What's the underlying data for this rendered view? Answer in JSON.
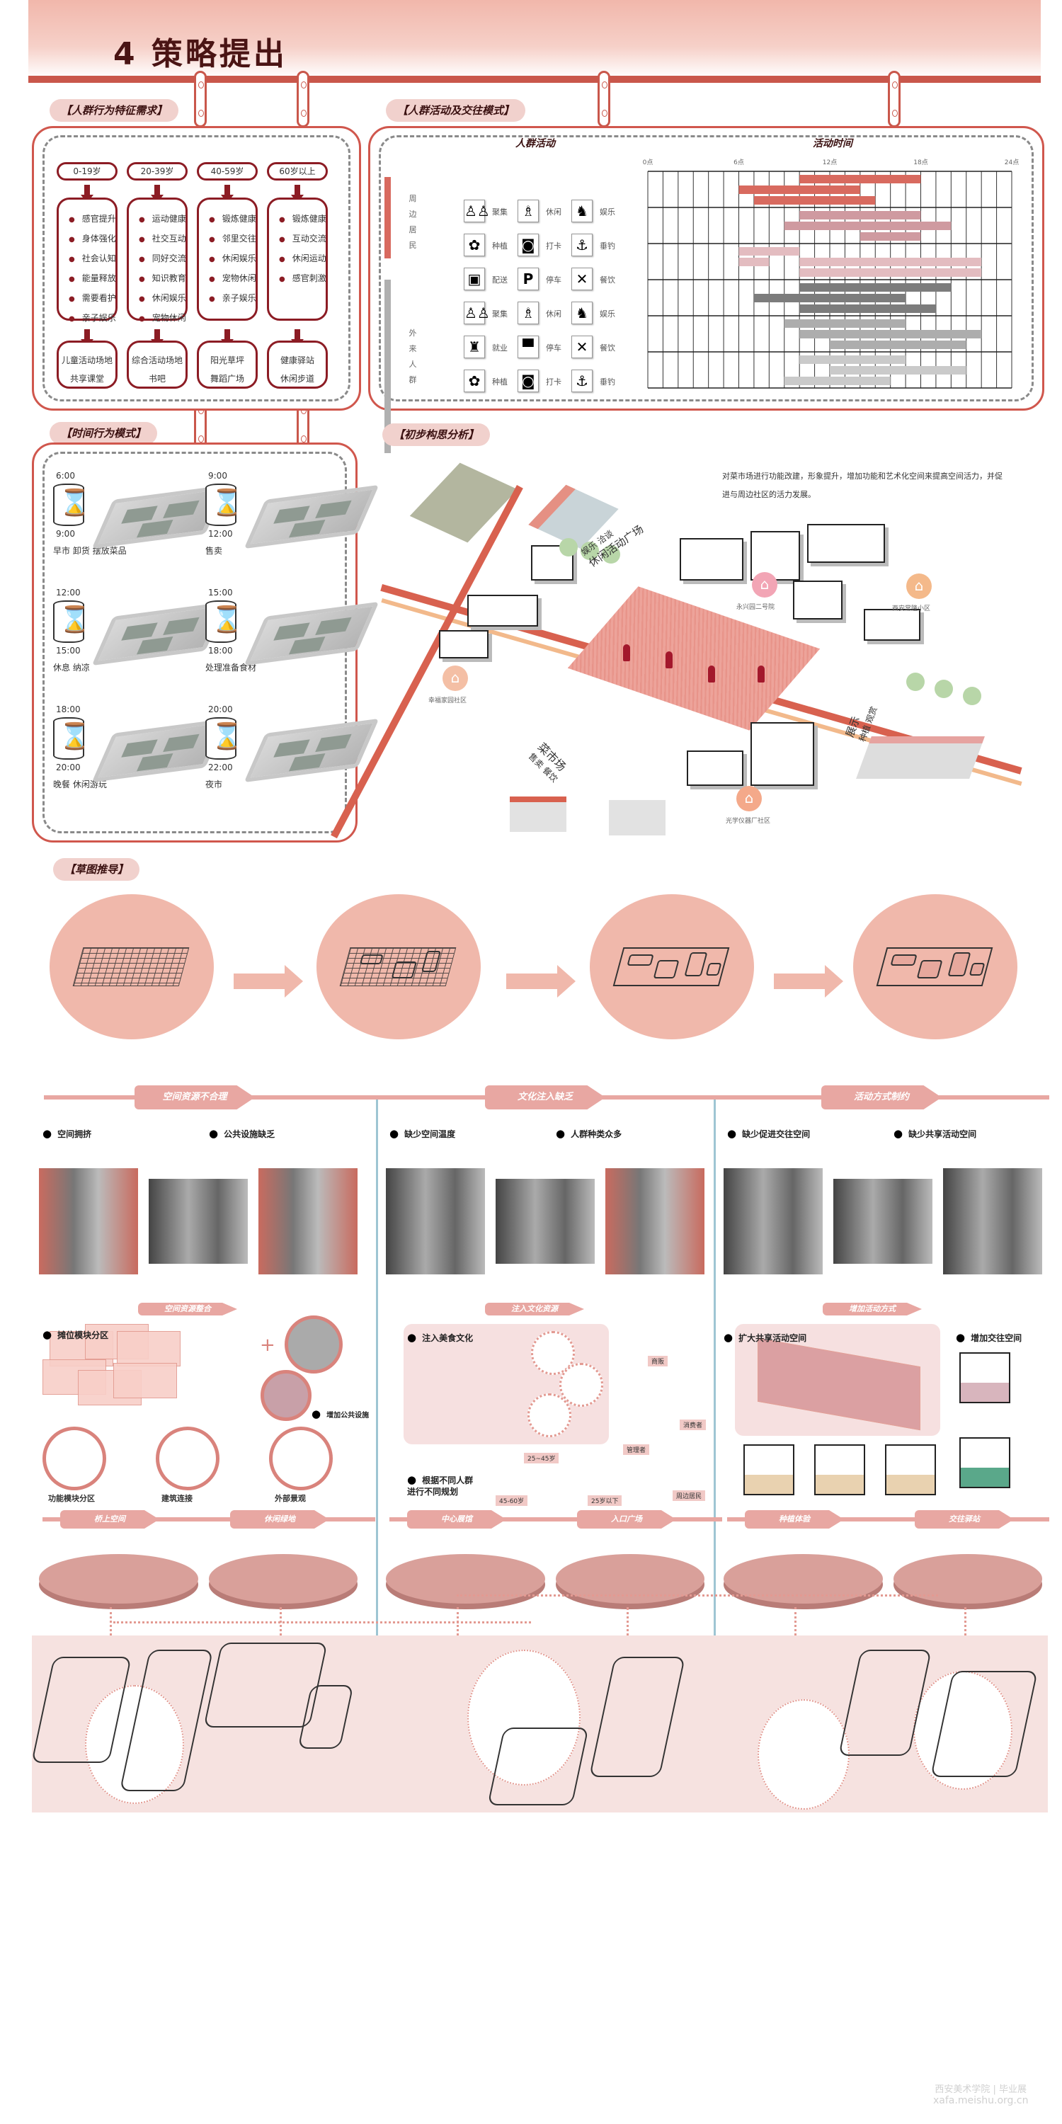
{
  "header": {
    "title": "4  策略提出"
  },
  "sections": {
    "crowd_needs": "【人群行为特征需求】",
    "activity_mode": "【人群活动及交往模式】",
    "time_mode": "【时间行为模式】",
    "concept": "【初步构思分析】",
    "sketch": "【草图推导】"
  },
  "crowd_needs": {
    "groups": [
      {
        "age": "0-19岁",
        "needs": [
          "感官提升",
          "身体强化",
          "社会认知",
          "能量释放",
          "需要看护",
          "亲子娱乐"
        ],
        "spaces": [
          "儿童活动场地",
          "共享课堂"
        ]
      },
      {
        "age": "20-39岁",
        "needs": [
          "运动健康",
          "社交互动",
          "同好交流",
          "知识教育",
          "休闲娱乐",
          "宠物休闲"
        ],
        "spaces": [
          "综合活动场地",
          "书吧"
        ]
      },
      {
        "age": "40-59岁",
        "needs": [
          "锻炼健康",
          "邻里交往",
          "休闲娱乐",
          "宠物休闲",
          "亲子娱乐"
        ],
        "spaces": [
          "阳光草坪",
          "舞蹈广场"
        ]
      },
      {
        "age": "60岁以上",
        "needs": [
          "锻炼健康",
          "互动交流",
          "休闲运动",
          "感官刺激"
        ],
        "spaces": [
          "健康驿站",
          "休闲步道"
        ]
      }
    ]
  },
  "activity_mode": {
    "activities_title": "人群活动",
    "time_title": "活动时间",
    "groups": [
      {
        "label": "周边居民",
        "color": "#d86a5f"
      },
      {
        "label": "外来人群",
        "color": "#b0b0b0"
      }
    ],
    "rows": [
      [
        {
          "icon": "group",
          "glyph": "♙♙",
          "label": "聚集"
        },
        {
          "icon": "walk",
          "glyph": "♗",
          "label": "休闲"
        },
        {
          "icon": "dance",
          "glyph": "♞",
          "label": "娱乐"
        }
      ],
      [
        {
          "icon": "flower",
          "glyph": "✿",
          "label": "种植"
        },
        {
          "icon": "camera",
          "glyph": "◙",
          "label": "打卡"
        },
        {
          "icon": "fishing",
          "glyph": "⚓",
          "label": "垂钓"
        }
      ],
      [
        {
          "icon": "luggage",
          "glyph": "▣",
          "label": "配送"
        },
        {
          "icon": "parking",
          "glyph": "P",
          "label": "停车"
        },
        {
          "icon": "dining",
          "glyph": "✕",
          "label": "餐饮"
        }
      ],
      [
        {
          "icon": "group",
          "glyph": "♙♙",
          "label": "聚集"
        },
        {
          "icon": "walk",
          "glyph": "♗",
          "label": "休闲"
        },
        {
          "icon": "dance",
          "glyph": "♞",
          "label": "娱乐"
        }
      ],
      [
        {
          "icon": "work",
          "glyph": "♜",
          "label": "就业"
        },
        {
          "icon": "taxi",
          "glyph": "▀",
          "label": "停车"
        },
        {
          "icon": "dining",
          "glyph": "✕",
          "label": "餐饮"
        }
      ],
      [
        {
          "icon": "flower",
          "glyph": "✿",
          "label": "种植"
        },
        {
          "icon": "camera",
          "glyph": "◙",
          "label": "打卡"
        },
        {
          "icon": "fishing",
          "glyph": "⚓",
          "label": "垂钓"
        }
      ]
    ]
  },
  "chart_data": {
    "type": "gantt",
    "title": "活动时间",
    "xlim": [
      0,
      24
    ],
    "ticks": [
      {
        "v": 0,
        "label": "0点"
      },
      {
        "v": 6,
        "label": "6点"
      },
      {
        "v": 12,
        "label": "12点"
      },
      {
        "v": 18,
        "label": "18点"
      },
      {
        "v": 24,
        "label": "24点"
      }
    ],
    "groups": [
      {
        "color": "#d86a5f",
        "bars": [
          [
            10,
            18
          ],
          [
            6,
            14
          ],
          [
            7,
            15
          ]
        ]
      },
      {
        "color": "#cf9aa0",
        "bars": [
          [
            10,
            18
          ],
          [
            9,
            20
          ],
          [
            14,
            18
          ]
        ]
      },
      {
        "color": "#e3bcc0",
        "bars": [
          [
            6,
            10
          ],
          [
            6,
            8
          ],
          [
            10,
            22
          ],
          [
            10,
            22
          ]
        ],
        "lanes": [
          0,
          1,
          1,
          2
        ]
      },
      {
        "color": "#7c7c7c",
        "bars": [
          [
            10,
            20
          ],
          [
            7,
            17
          ],
          [
            10,
            19
          ]
        ]
      },
      {
        "color": "#adadad",
        "bars": [
          [
            9,
            17
          ],
          [
            10,
            22
          ],
          [
            12,
            21
          ]
        ]
      },
      {
        "color": "#cacaca",
        "bars": [
          [
            10,
            17
          ],
          [
            12,
            21
          ],
          [
            9,
            16
          ]
        ]
      }
    ]
  },
  "time_mode": [
    {
      "start": "6:00",
      "end": "9:00",
      "desc": "早市  卸货  摆放菜品"
    },
    {
      "start": "9:00",
      "end": "12:00",
      "desc": "售卖"
    },
    {
      "start": "12:00",
      "end": "15:00",
      "desc": "休息  纳凉"
    },
    {
      "start": "15:00",
      "end": "18:00",
      "desc": "处理准备食材"
    },
    {
      "start": "18:00",
      "end": "20:00",
      "desc": "晚餐  休闲游玩"
    },
    {
      "start": "20:00",
      "end": "22:00",
      "desc": "夜市"
    }
  ],
  "concept": {
    "description": "对菜市场进行功能改建，形象提升，增加功能和艺术化空间来提高空间活力，并促进与周边社区的活力发展。",
    "zones": [
      {
        "title": "休闲活动广场",
        "sub": "娱乐  洽谈"
      },
      {
        "title": "菜市场",
        "sub": "售卖  餐饮"
      },
      {
        "title": "展示",
        "sub": "种植  观赏"
      }
    ],
    "communities": [
      "永兴园二号院",
      "西安常隆小区",
      "幸福家园社区",
      "光学仪器厂社区"
    ]
  },
  "problems": [
    {
      "tag": "空间资源不合理",
      "points": [
        "空间拥挤",
        "公共设施缺乏"
      ],
      "strategy": "空间资源整合",
      "items": [
        "摊位模块分区",
        "增加公共设施",
        "功能模块分区",
        "建筑连接",
        "外部景观"
      ],
      "nodes": [
        "桥上空间",
        "休闲绿地"
      ]
    },
    {
      "tag": "文化注入缺乏",
      "points": [
        "缺少空间温度",
        "人群种类众多"
      ],
      "strategy": "注入文化资源",
      "items": [
        "注入美食文化",
        "根据不同人群进行不同规划"
      ],
      "people": [
        "商贩",
        "消费者",
        "管理者",
        "周边居民",
        "25~45岁",
        "45-60岁",
        "25岁以下"
      ],
      "nodes": [
        "中心展馆",
        "入口广场"
      ]
    },
    {
      "tag": "活动方式制约",
      "points": [
        "缺少促进交往空间",
        "缺少共享活动空间"
      ],
      "strategy": "增加活动方式",
      "items": [
        "扩大共享活动空间",
        "增加交往空间"
      ],
      "nodes": [
        "种植体验",
        "交往驿站"
      ]
    }
  ],
  "watermark": {
    "school": "西安美术学院 | 毕业展",
    "url": "xafa.meishu.org.cn"
  }
}
